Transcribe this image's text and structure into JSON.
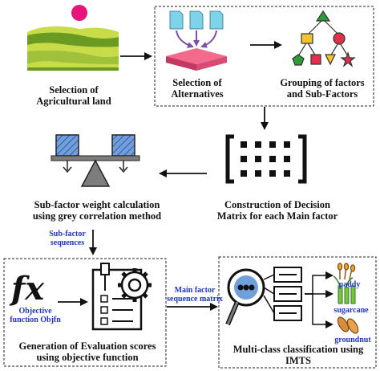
{
  "nodes": {
    "agri_land": {
      "line1": "Selection of",
      "line2": "Agricultural land"
    },
    "alternatives": {
      "line1": "Selection of",
      "line2": "Alternatives"
    },
    "grouping": {
      "line1": "Grouping of factors",
      "line2": "and Sub-Factors"
    },
    "decision_matrix": {
      "line1": "Construction of Decision",
      "line2": "Matrix for each Main factor"
    },
    "weight_calc": {
      "line1": "Sub-factor weight calculation",
      "line2": "using grey correlation method"
    },
    "evaluation": {
      "line1": "Generation of Evaluation scores",
      "line2": "using objective function"
    },
    "classification": {
      "line1": "Multi-class classification using",
      "line2": "IMTS"
    }
  },
  "edge_labels": {
    "subfactor_sequences": {
      "line1": "Sub-factor",
      "line2": "sequences"
    },
    "main_factor_matrix": {
      "line1": "Main factor",
      "line2": "sequence matrix"
    }
  },
  "objective": {
    "symbol": "fx",
    "line1": "Objective",
    "line2": "function Objfn"
  },
  "classes": [
    "paddy",
    "sugarcane",
    "groundnut"
  ],
  "colors": {
    "sun": "#e6157a",
    "field_light": "#c8dc4a",
    "field_dark": "#6a9a22",
    "doc": "#7fd3e8",
    "platform": "#f46a8c",
    "arrow_purple": "#7d4fa8",
    "shape_green": "#2e9b3a",
    "shape_red": "#e0304a",
    "shape_yellow": "#f2c32c",
    "blue_panel": "#6fa0dc",
    "gray": "#7d7d7d",
    "blue_text": "#1f35c9"
  }
}
